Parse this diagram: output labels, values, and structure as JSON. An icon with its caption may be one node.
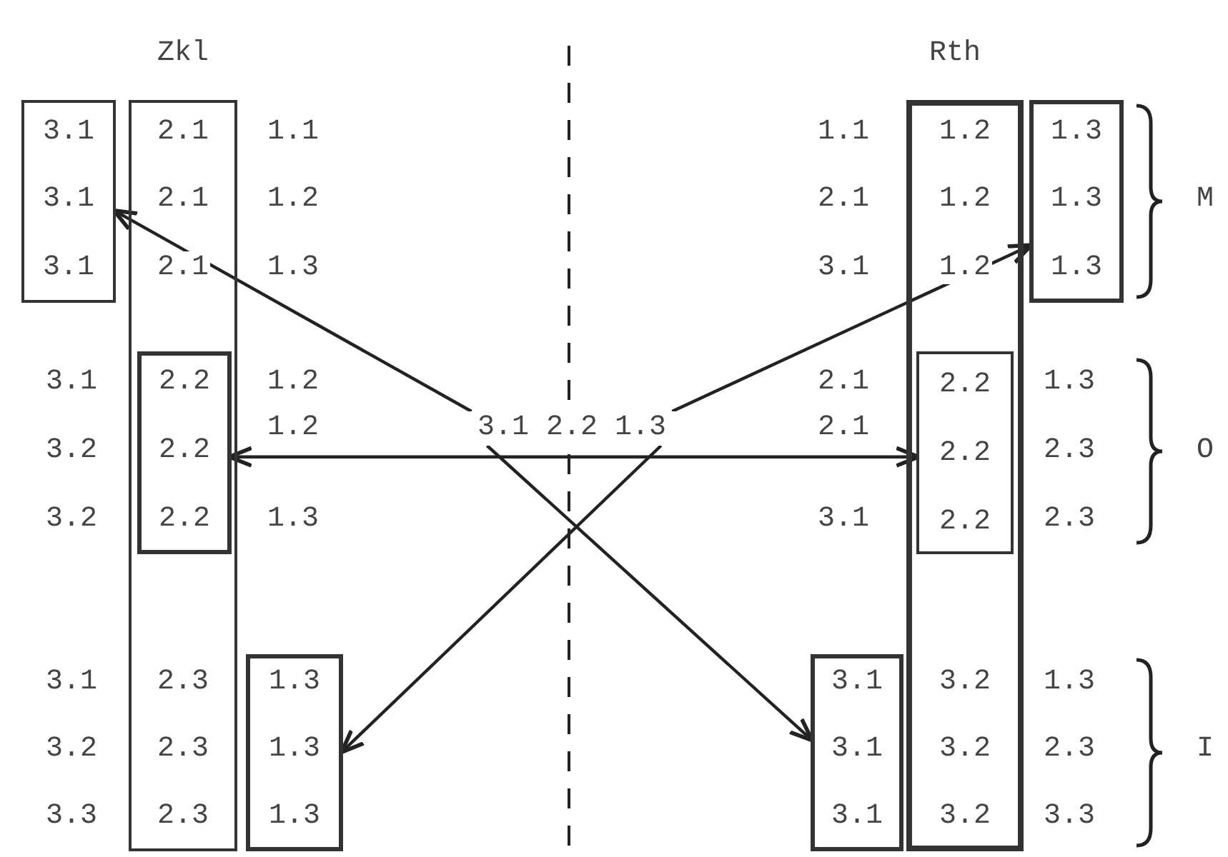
{
  "diagram": {
    "nodes": [
      {
        "text": [
          "3.1",
          "3.1",
          "3.1"
        ]
      },
      {
        "text": [
          "2.1",
          "2.1",
          "2.1",
          "2.3",
          "2.3",
          "2.3"
        ]
      },
      {
        "text": [
          "2.2",
          "2.2",
          "2.2"
        ],
        "in": 1
      },
      {
        "text": [
          "1.3",
          "1.3",
          "1.3"
        ]
      },
      {
        "text": [
          "1.2",
          "1.2",
          "1.2",
          "3.2",
          "3.2",
          "3.2"
        ]
      },
      {
        "text": [
          "1.3",
          "1.3",
          "1.3"
        ]
      },
      {
        "text": [
          "2.2",
          "2.2",
          "2.2"
        ],
        "in": 4
      },
      {
        "text": [
          "3.1",
          "3.1",
          "3.1"
        ]
      },
      {
        "text": [
          "3.1 2.2 1.3"
        ]
      }
    ],
    "edges": [
      {
        "from": 2,
        "to": 6,
        "arrow": "both"
      },
      {
        "from": 8,
        "to": 0,
        "arrow": "to"
      },
      {
        "from": 8,
        "to": 5,
        "arrow": "to"
      },
      {
        "from": 8,
        "to": 7,
        "arrow": "to"
      },
      {
        "from": 8,
        "to": 3,
        "arrow": "to"
      }
    ],
    "labels": [
      "Zkl",
      "Rth",
      "1.1",
      "1.1",
      "1.2",
      "2.1",
      "M",
      "1.3",
      "3.1",
      "3.1",
      "1.2",
      "2.1",
      "1.3",
      "3.2",
      "1.2",
      "2.1",
      "2.3",
      "O",
      "3.2",
      "1.3",
      "3.1",
      "2.3",
      "3.1",
      "1.3",
      "3.2",
      "2.3",
      "I",
      "3.3",
      "3.3"
    ]
  }
}
